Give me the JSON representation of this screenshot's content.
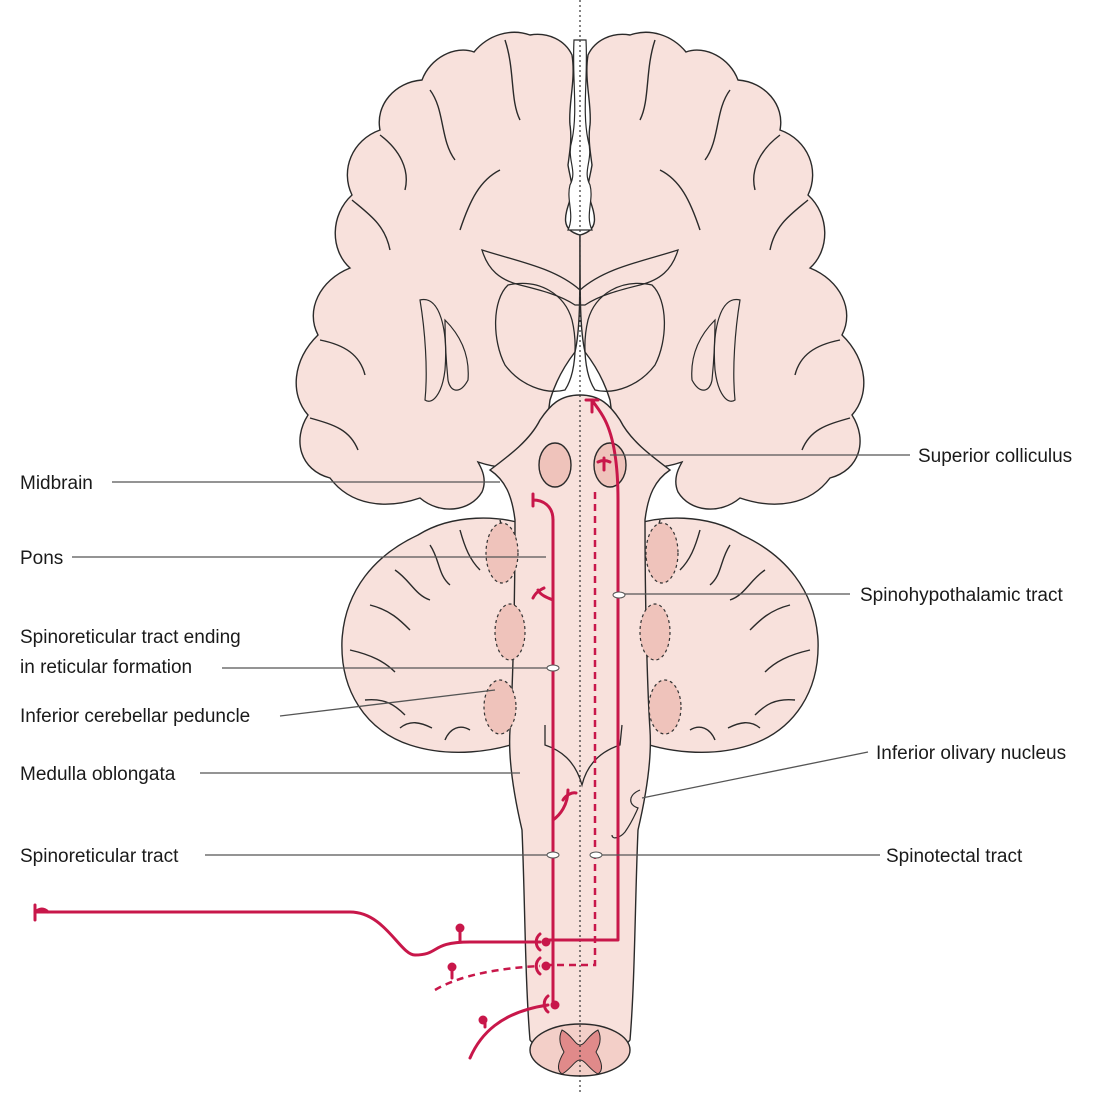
{
  "colors": {
    "tissue": "#f8e1dc",
    "tissue_dark": "#efc3bb",
    "nucleus": "#f0c9c1",
    "tract": "#c8174a",
    "outline": "#2a2a2a",
    "leader": "#555555"
  },
  "labels": {
    "midbrain": "Midbrain",
    "pons": "Pons",
    "spinoreticular_ending_1": "Spinoreticular tract ending",
    "spinoreticular_ending_2": "in reticular formation",
    "inferior_cerebellar_peduncle": "Inferior cerebellar peduncle",
    "medulla_oblongata": "Medulla oblongata",
    "spinoreticular_tract": "Spinoreticular tract",
    "superior_colliculus": "Superior colliculus",
    "spinohypothalamic_tract": "Spinohypothalamic tract",
    "inferior_olivary_nucleus": "Inferior olivary nucleus",
    "spinotectal_tract": "Spinotectal tract"
  }
}
